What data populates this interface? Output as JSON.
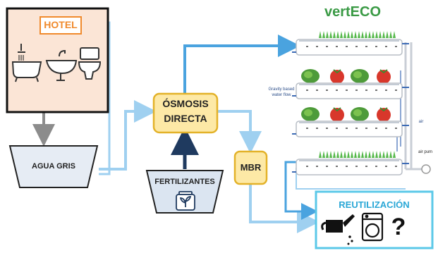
{
  "diagram": {
    "hotel": {
      "label": "HOTEL",
      "icons": [
        "bathtub-shower-icon",
        "sink-icon",
        "toilet-icon"
      ]
    },
    "grey_water": {
      "label": "AGUA GRIS"
    },
    "forward_osmosis": {
      "line1": "ÓSMOSIS",
      "line2": "DIRECTA"
    },
    "fertilizers": {
      "label": "FERTILIZANTES",
      "icon": "fertilizer-jar-icon"
    },
    "mbr": {
      "label": "MBR"
    },
    "vertical_farm": {
      "title": "vertECO",
      "gravity_note_line1": "Gravity based",
      "gravity_note_line2": "water flow",
      "air_label": "air",
      "air_pump_label": "air pum",
      "plant_rows": [
        "grass",
        "lettuce-tomato",
        "lettuce-tomato",
        "grass"
      ]
    },
    "reuse": {
      "label": "REUTILIZACIÓN",
      "icons": [
        "watering-can-icon",
        "washing-machine-icon",
        "question-mark-icon"
      ],
      "question": "?"
    },
    "colors": {
      "blue_arrow": "#4aa3df",
      "light_blue": "#9fd0f0",
      "grey_arrow": "#8c8c8c",
      "navy_arrow": "#1f3a5f",
      "yellow_box": "#fde9a6",
      "yellow_border": "#e3b229",
      "title_green": "#3a9a45",
      "hotel_bg": "#fbe5d6",
      "orange": "#f08a2c",
      "trapezoid": "#e6ecf4",
      "reuse_border": "#5bc8e8"
    }
  }
}
